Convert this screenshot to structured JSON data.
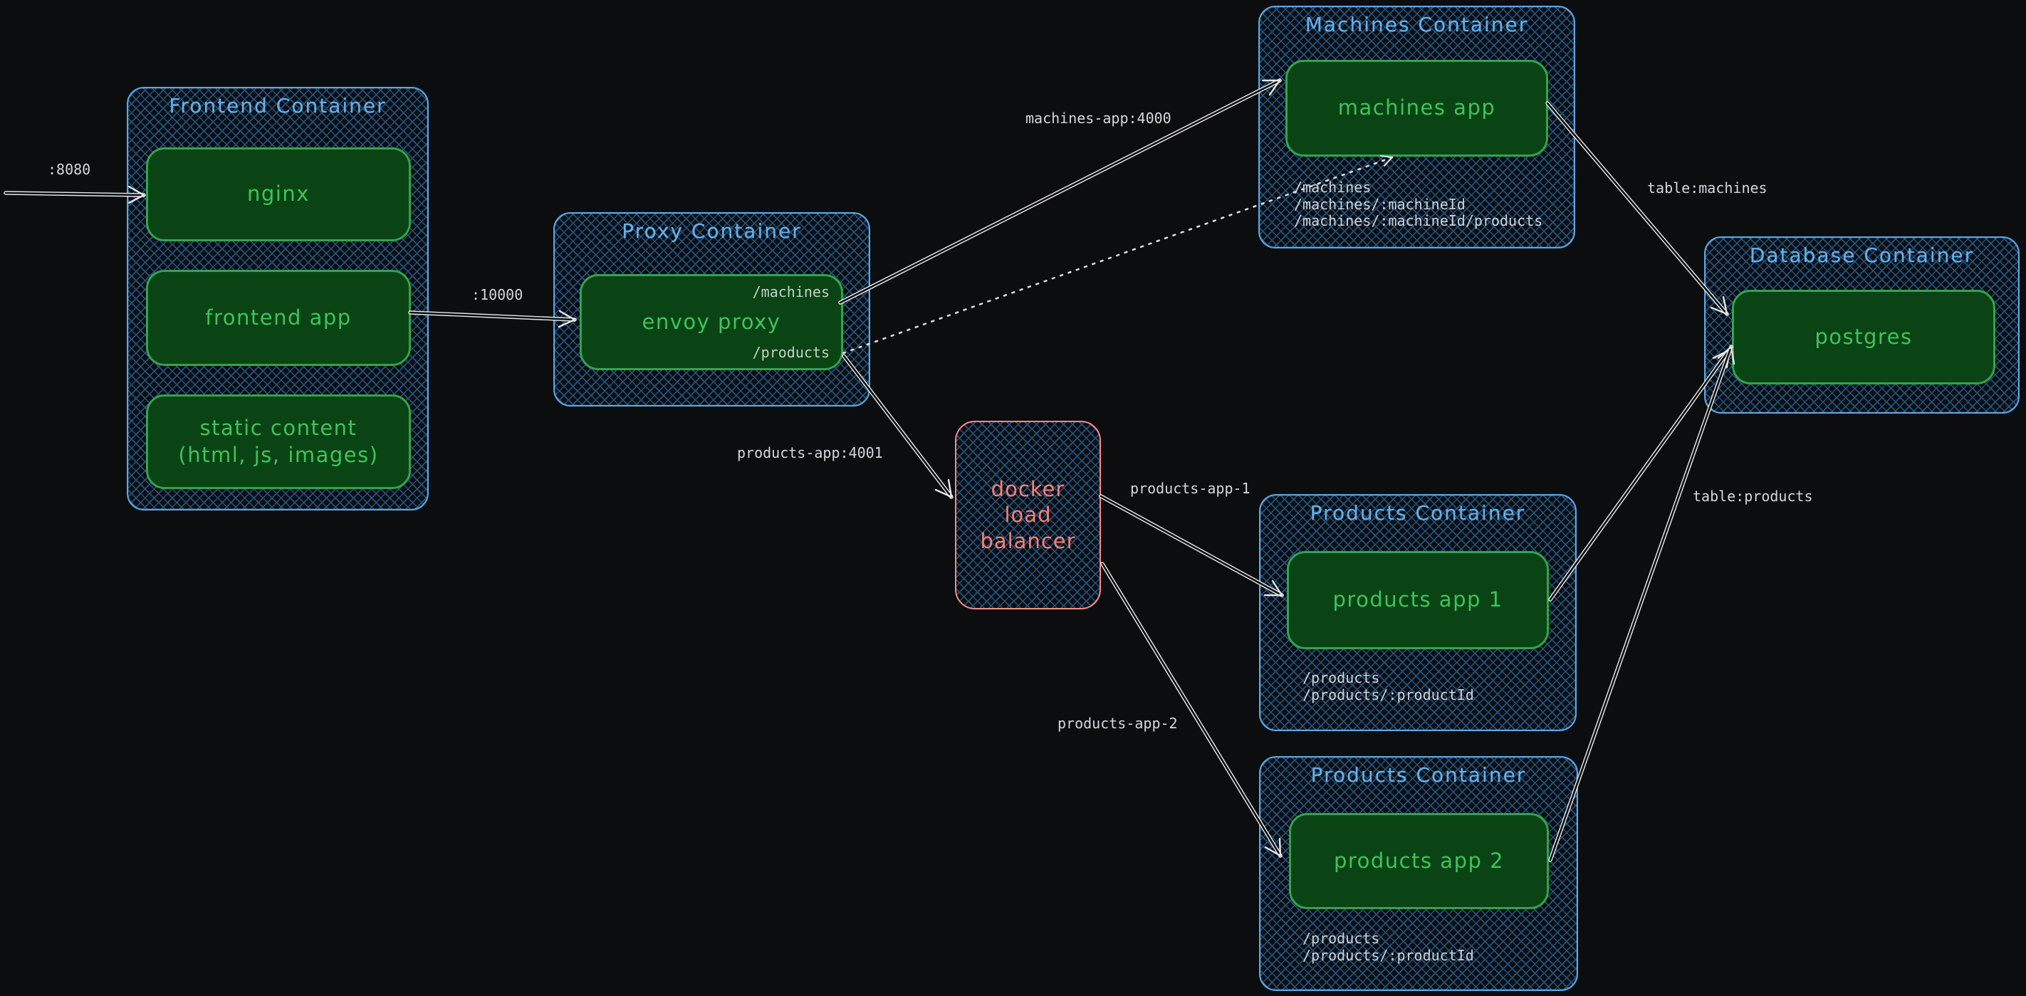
{
  "colors": {
    "canvas-bg": "#0c0d0e",
    "container-border": "#59a7e8",
    "container-title": "#63aeea",
    "hatch-line": "#24537d",
    "app-fill": "#0a4414",
    "app-border": "#33a34c",
    "app-text": "#3ec35e",
    "code-text": "#d4d8da",
    "route-note-text": "#ced2d6",
    "lb-border": "#ff8a85",
    "lb-text": "#ff7d78",
    "arrow": "#e6e6e6"
  },
  "containers": {
    "frontend": {
      "title": "Frontend Container",
      "apps": [
        {
          "label": "nginx"
        },
        {
          "label": "frontend app"
        },
        {
          "label": "static content\n(html, js, images)"
        }
      ]
    },
    "proxy": {
      "title": "Proxy Container",
      "app": "envoy proxy",
      "route_top": "/machines",
      "route_bottom": "/products"
    },
    "machines": {
      "title": "Machines Container",
      "app": "machines app",
      "routes": "/machines\n/machines/:machineId\n/machines/:machineId/products"
    },
    "products_1": {
      "title": "Products Container",
      "app": "products app 1",
      "routes": "/products\n/products/:productId"
    },
    "products_2": {
      "title": "Products Container",
      "app": "products app 2",
      "routes": "/products\n/products/:productId"
    },
    "database": {
      "title": "Database Container",
      "app": "postgres"
    }
  },
  "load_balancer": {
    "label": "docker\nload\nbalancer"
  },
  "edge_labels": {
    "port_8080": ":8080",
    "port_10000": ":10000",
    "machines_app_4000": "machines-app:4000",
    "products_app_4001": "products-app:4001",
    "products_app_1": "products-app-1",
    "products_app_2": "products-app-2",
    "table_machines": "table:machines",
    "table_products": "table:products"
  }
}
